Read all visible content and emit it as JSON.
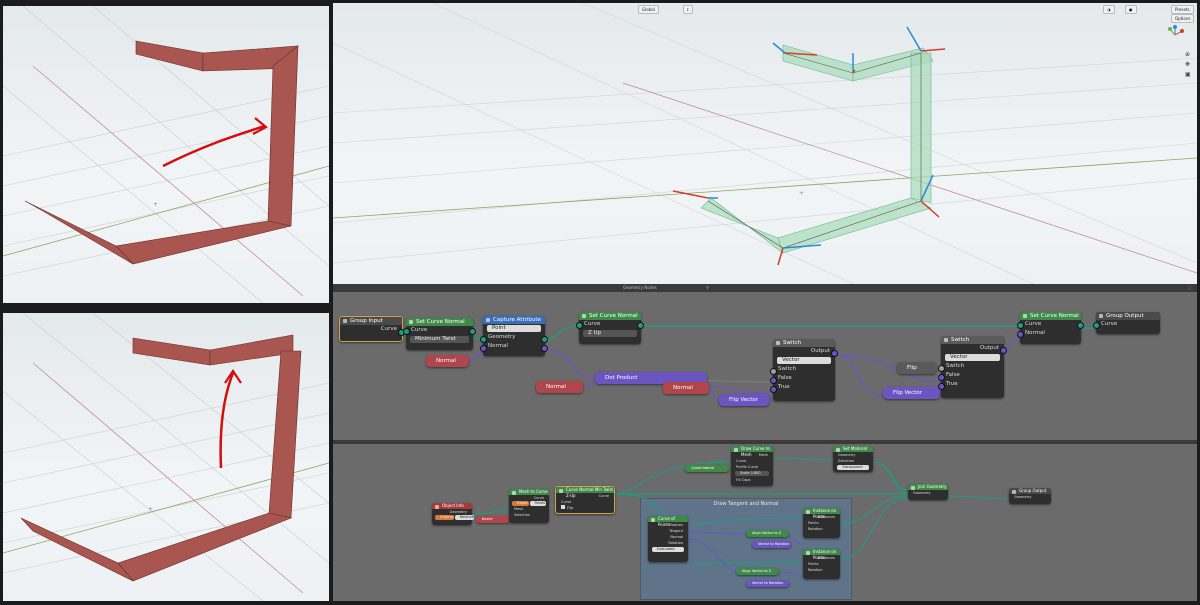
{
  "viewport": {
    "orientation": "Global",
    "presets": "Presets",
    "options": "Options"
  },
  "editor_bar": {
    "title": "Geometry Nodes"
  },
  "tree1": {
    "group_input": {
      "title": "Group Input",
      "curve": "Curve"
    },
    "set_curve_normal_1": {
      "title": "Set Curve Normal",
      "curve": "Curve",
      "mode": "Minimum Twist"
    },
    "capture_attribute": {
      "title": "Capture Attribute",
      "domain": "Point",
      "geometry": "Geometry",
      "normal": "Normal"
    },
    "set_curve_normal_2": {
      "title": "Set Curve Normal",
      "curve": "Curve",
      "mode": "Z Up"
    },
    "normal_1": "Normal",
    "normal_2": "Normal",
    "normal_3": "Normal",
    "dot_product": "Dot Product",
    "switch_1": {
      "title": "Switch",
      "output": "Output",
      "type": "Vector",
      "switch": "Switch",
      "false": "False",
      "true": "True"
    },
    "flip_vector_1": "Flip Vector",
    "flip": "Flip",
    "switch_2": {
      "title": "Switch",
      "output": "Output",
      "type": "Vector",
      "switch": "Switch",
      "false": "False",
      "true": "True"
    },
    "flip_vector_2": "Flip Vector",
    "set_curve_normal_3": {
      "title": "Set Curve Normal",
      "curve": "Curve",
      "normal": "Normal"
    },
    "group_output": {
      "title": "Group Output",
      "curve": "Curve"
    }
  },
  "tree2": {
    "frame_label": "Draw Tangent and Normal",
    "object_info": {
      "title": "Object Info",
      "geometry": "Geometry",
      "original": "Original",
      "relative": "Relative"
    },
    "mesh_to_curve": {
      "title": "Mesh to Curve",
      "curve": "Curve",
      "edges": "Edges",
      "points": "Points",
      "mesh": "Mesh",
      "selection": "Selection"
    },
    "bezier": "Bezier",
    "curve_normal_twist": {
      "title": "Curve Normal Min Twist Z-Up",
      "curve": "Curve",
      "flip": "Flip"
    },
    "curve_to_mesh": {
      "title": "Draw Curve to Mesh",
      "mesh": "Mesh",
      "curve": "Curve",
      "profile": "Profile Curve",
      "scale": "Scale",
      "scale_value": "0.800",
      "fill_caps": "Fill Caps"
    },
    "quadrilateral": "Quadrilateral",
    "set_material": {
      "title": "Set Material",
      "geometry": "Geometry",
      "selection": "Selection",
      "material": "Transparent"
    },
    "join_geometry": {
      "title": "Join Geometry",
      "geometry": "Geometry"
    },
    "group_output": {
      "title": "Group Output",
      "geometry": "Geometry"
    },
    "curve_points": {
      "title": "Curve of Points",
      "position": "Position",
      "tangent": "Tangent",
      "normal": "Normal",
      "rotation": "Rotation",
      "mode": "Evaluated"
    },
    "instance_top": {
      "title": "Instance on Points",
      "instances": "Instances",
      "points": "Points",
      "rotation": "Rotation"
    },
    "instance_bottom": {
      "title": "Instance on Points",
      "instances": "Instances",
      "points": "Points",
      "rotation": "Rotation"
    },
    "align_1": "Align Vector to Z",
    "align_2": "Align Vector to Z",
    "rot_1": "Vector to Rotation",
    "rot_2": "Vector to Rotation"
  },
  "colors": {
    "mesh_red": "#a8564f",
    "ribbon_green": "#a7dcb9",
    "arrow_blue": "#2a8ad6",
    "arrow_red": "#d83a2c",
    "sketch_red": "#d40d0d"
  }
}
